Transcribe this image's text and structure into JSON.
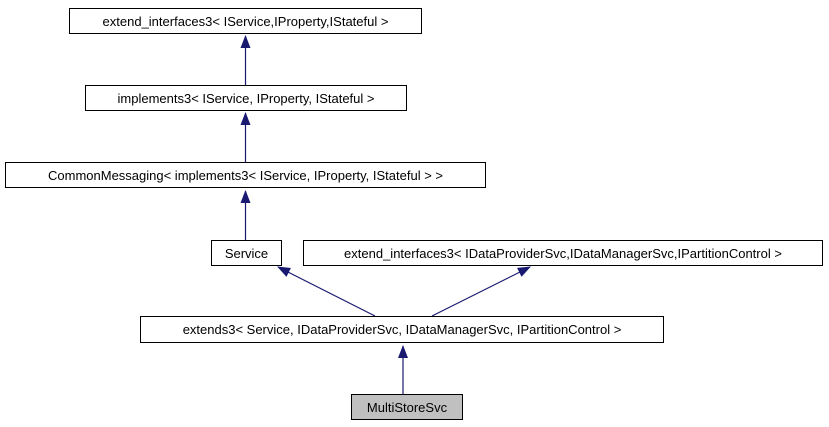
{
  "diagram": {
    "title": "MultiStoreSvc inheritance graph",
    "type": "class-inheritance-graph",
    "colors": {
      "background": "#ffffff",
      "node_border": "#000000",
      "node_fill": "#ffffff",
      "current_node_fill": "#c0c0c0",
      "arrow": "#191970",
      "text": "#000000"
    },
    "nodes": [
      {
        "id": "extend_interfaces3_iservice",
        "label": "extend_interfaces3< IService,IProperty,IStateful >"
      },
      {
        "id": "implements3",
        "label": "implements3< IService, IProperty, IStateful >"
      },
      {
        "id": "common_messaging",
        "label": "CommonMessaging< implements3< IService, IProperty, IStateful > >"
      },
      {
        "id": "service",
        "label": "Service"
      },
      {
        "id": "extend_interfaces3_idataprovidersvc",
        "label": "extend_interfaces3< IDataProviderSvc,IDataManagerSvc,IPartitionControl >"
      },
      {
        "id": "extends3",
        "label": "extends3< Service, IDataProviderSvc, IDataManagerSvc, IPartitionControl >"
      },
      {
        "id": "multistoresvc",
        "label": "MultiStoreSvc",
        "current": true
      }
    ],
    "edges": [
      {
        "from": "implements3",
        "to": "extend_interfaces3_iservice",
        "kind": "public-inheritance"
      },
      {
        "from": "common_messaging",
        "to": "implements3",
        "kind": "public-inheritance"
      },
      {
        "from": "service",
        "to": "common_messaging",
        "kind": "public-inheritance"
      },
      {
        "from": "extends3",
        "to": "service",
        "kind": "public-inheritance"
      },
      {
        "from": "extends3",
        "to": "extend_interfaces3_idataprovidersvc",
        "kind": "public-inheritance"
      },
      {
        "from": "multistoresvc",
        "to": "extends3",
        "kind": "public-inheritance"
      }
    ]
  }
}
